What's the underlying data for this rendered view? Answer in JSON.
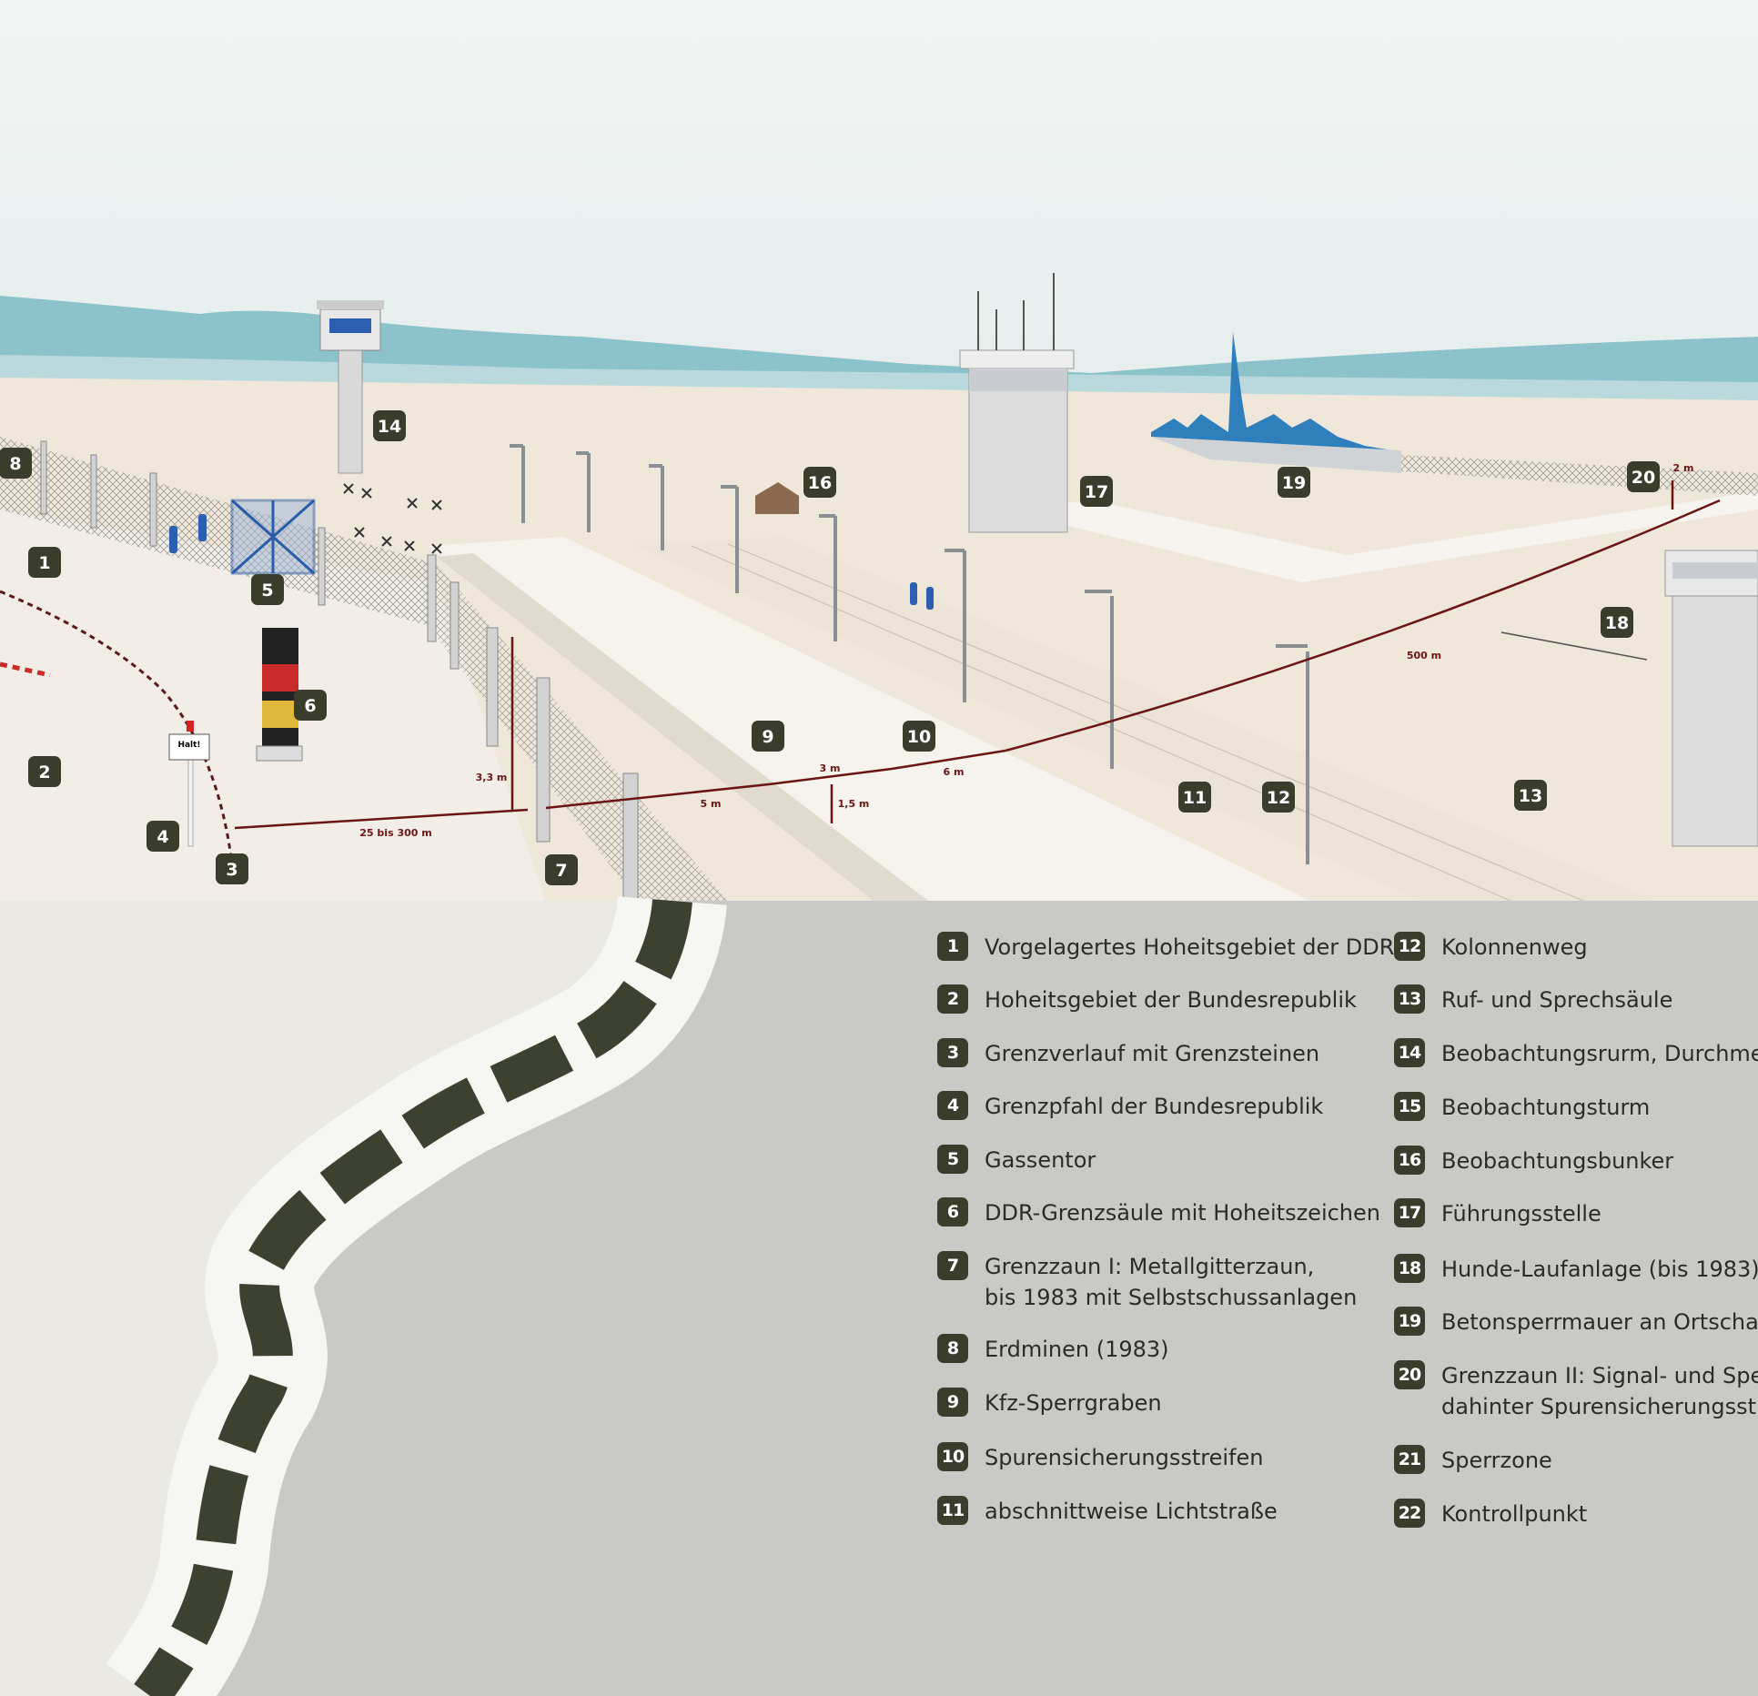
{
  "illustration": {
    "badges": [
      "1",
      "2",
      "3",
      "4",
      "5",
      "6",
      "7",
      "8",
      "9",
      "10",
      "11",
      "12",
      "13",
      "14",
      "16",
      "17",
      "18",
      "19",
      "20"
    ],
    "dimensions": {
      "d_25_300": "25 bis 300 m",
      "d_3_3": "3,3 m",
      "d_5": "5 m",
      "d_3": "3 m",
      "d_1_5": "1,5 m",
      "d_6": "6 m",
      "d_500": "500 m",
      "d_2": "2 m"
    },
    "sign_text": "Halt!",
    "colors": {
      "sky": "#eef3f2",
      "hills": "#8ec6cc",
      "ground": "#efe8dc",
      "badge": "#3b3d2c",
      "dimension": "#6b1414",
      "church": "#2f7fbd"
    }
  },
  "legend": {
    "col1": [
      {
        "num": "1",
        "text": "Vorgelagertes Hoheitsgebiet der DDR"
      },
      {
        "num": "2",
        "text": "Hoheitsgebiet der Bundesrepublik"
      },
      {
        "num": "3",
        "text": "Grenzverlauf mit Grenzsteinen"
      },
      {
        "num": "4",
        "text": "Grenzpfahl der Bundesrepublik"
      },
      {
        "num": "5",
        "text": "Gassentor"
      },
      {
        "num": "6",
        "text": "DDR-Grenzsäule mit Hoheitszeichen"
      },
      {
        "num": "7",
        "text": "Grenzzaun I: Metallgitterzaun,\nbis 1983 mit Selbstschussanlagen"
      },
      {
        "num": "8",
        "text": "Erdminen (1983)"
      },
      {
        "num": "9",
        "text": "Kfz-Sperrgraben"
      },
      {
        "num": "10",
        "text": "Spurensicherungsstreifen"
      },
      {
        "num": "11",
        "text": "abschnittweise Lichtstraße"
      }
    ],
    "col2": [
      {
        "num": "12",
        "text": "Kolonnenweg"
      },
      {
        "num": "13",
        "text": "Ruf- und Sprechsäule"
      },
      {
        "num": "14",
        "text": "Beobachtungsrurm, Durchmes"
      },
      {
        "num": "15",
        "text": "Beobachtungsturm"
      },
      {
        "num": "16",
        "text": "Beobachtungsbunker"
      },
      {
        "num": "17",
        "text": "Führungsstelle"
      },
      {
        "num": "18",
        "text": "Hunde-Laufanlage (bis 1983)"
      },
      {
        "num": "19",
        "text": "Betonsperrmauer an Ortschaft"
      },
      {
        "num": "20",
        "text": "Grenzzaun II: Signal- und Sper\ndahinter Spurensicherungsstre"
      },
      {
        "num": "21",
        "text": "Sperrzone"
      },
      {
        "num": "22",
        "text": "Kontrollpunkt"
      }
    ]
  }
}
